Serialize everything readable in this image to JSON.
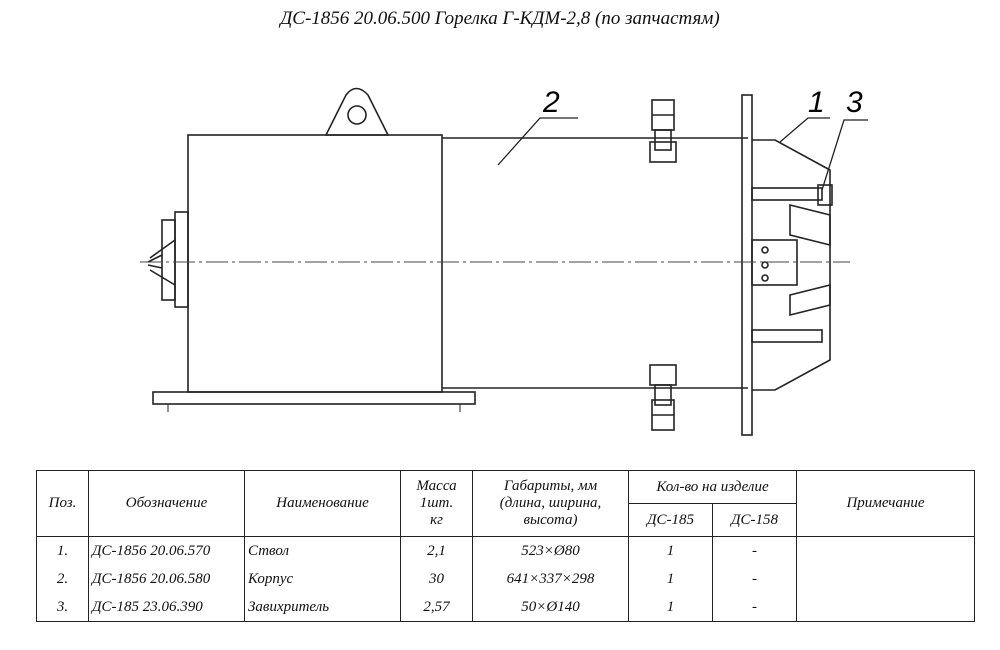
{
  "title": "ДС-1856 20.06.500 Горелка Г-КДМ-2,8 (по запчастям)",
  "drawing": {
    "callouts": [
      "2",
      "1",
      "3"
    ]
  },
  "table": {
    "headers": {
      "pos": "Поз.",
      "designation": "Обозначение",
      "name": "Наименование",
      "mass": [
        "Масса",
        "1шт.",
        "кг"
      ],
      "dims": [
        "Габариты, мм",
        "(длина, ширина,",
        "высота)"
      ],
      "qty_group": "Кол-во на изделие",
      "qty_a": "ДС-185",
      "qty_b": "ДС-158",
      "note": "Примечание"
    },
    "rows": [
      {
        "pos": "1.",
        "designation": "ДС-1856 20.06.570",
        "name": "Ствол",
        "mass": "2,1",
        "dims": "523×Ø80",
        "qty_a": "1",
        "qty_b": "-",
        "note": ""
      },
      {
        "pos": "2.",
        "designation": "ДС-1856 20.06.580",
        "name": "Корпус",
        "mass": "30",
        "dims": "641×337×298",
        "qty_a": "1",
        "qty_b": "-",
        "note": ""
      },
      {
        "pos": "3.",
        "designation": "ДС-185 23.06.390",
        "name": "Завихритель",
        "mass": "2,57",
        "dims": "50×Ø140",
        "qty_a": "1",
        "qty_b": "-",
        "note": ""
      }
    ]
  }
}
